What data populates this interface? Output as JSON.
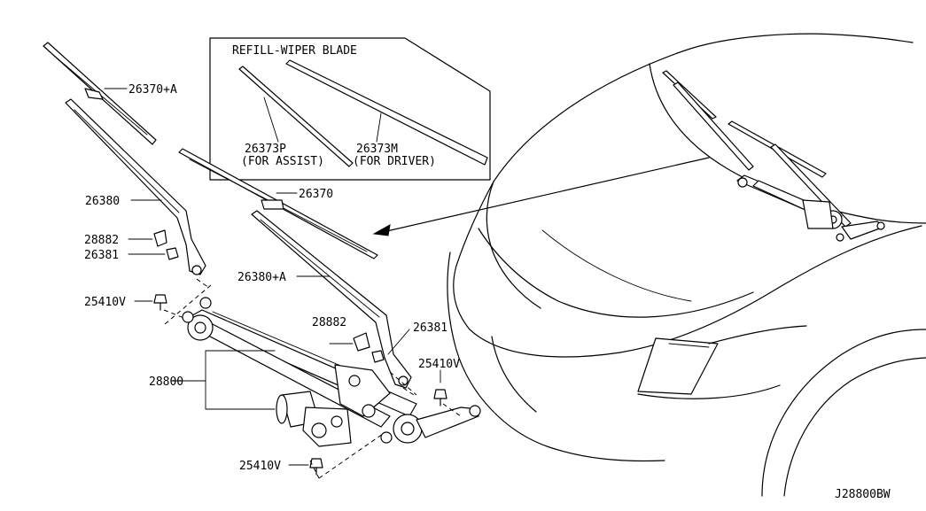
{
  "inset": {
    "title": "REFILL-WIPER BLADE",
    "assist_part": "26373P",
    "assist_note": "(FOR ASSIST)",
    "driver_part": "26373M",
    "driver_note": "(FOR DRIVER)"
  },
  "callouts": {
    "blade_assist": "26370+A",
    "blade_driver": "26370",
    "arm_assist": "26380",
    "arm_driver": "26380+A",
    "cap_assist": "28882",
    "cap_driver": "28882",
    "nut_assist": "26381",
    "nut_driver": "26381",
    "bolt_left": "25410V",
    "bolt_right": "25410V",
    "bolt_bottom": "25410V",
    "linkage_motor": "28800"
  },
  "diagram_code": "J28800BW"
}
